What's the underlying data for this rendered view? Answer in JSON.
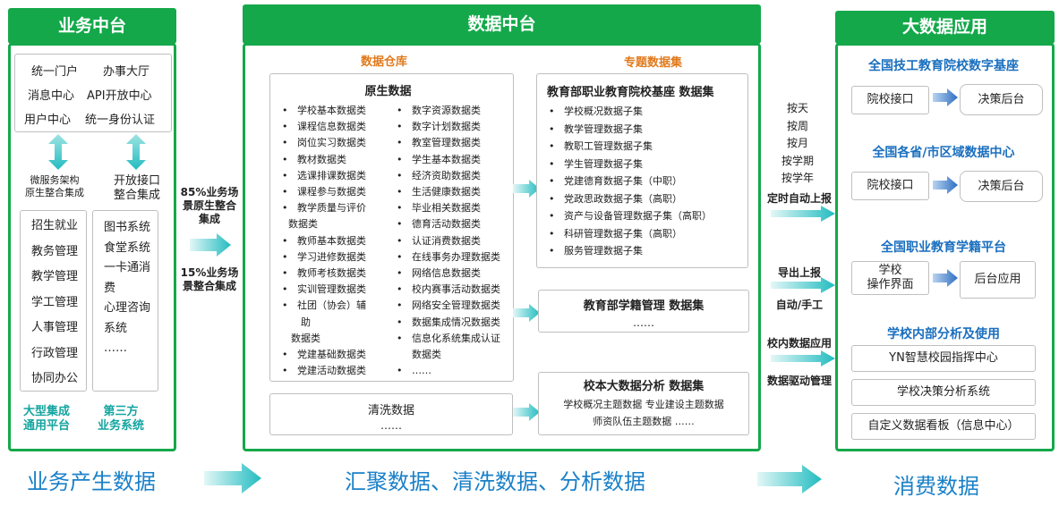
{
  "business": {
    "title": "业务中台",
    "portal_items": [
      "统一门户",
      "办事大厅",
      "消息中心",
      "API开放中心",
      "用户中心",
      "统一身份认证"
    ],
    "left_caption": [
      "微服务架构",
      "原生整合集成"
    ],
    "right_caption": [
      "开放接口",
      "整合集成"
    ],
    "left_list": [
      "招生就业",
      "教务管理",
      "教学管理",
      "学工管理",
      "人事管理",
      "行政管理",
      "协同办公"
    ],
    "right_list": [
      "图书系统",
      "食堂系统",
      "一卡通消",
      "费",
      "心理咨询",
      "系统",
      "……"
    ],
    "left_foot": [
      "大型集成",
      "通用平台"
    ],
    "right_foot": [
      "第三方",
      "业务系统"
    ]
  },
  "integration": {
    "p85": [
      "85%业务场",
      "景原生整合",
      "集成"
    ],
    "p15": [
      "15%业务场",
      "景整合集成"
    ]
  },
  "data": {
    "title": "数据中台",
    "warehouse_title": "数据仓库",
    "themes_title": "专题数据集",
    "raw_title": "原生数据",
    "raw_left": [
      "学校基本数据类",
      "课程信息数据类",
      "岗位实习数据类",
      "教材数据类",
      "选课排课数据类",
      "课程参与数据类",
      "教学质量与评价",
      "数据类",
      "教师基本数据类",
      "学习进修数据类",
      "教师考核数据类",
      "实训管理数据类",
      "社团（协会）辅",
      "助",
      "数据类",
      "党建基础数据类",
      "党建活动数据类"
    ],
    "raw_right": [
      "数字资源数据类",
      "数字计划数据类",
      "教室管理数据类",
      "学生基本数据类",
      "经济资助数据类",
      "生活健康数据类",
      "毕业相关数据类",
      "德育活动数据类",
      "认证消费数据类",
      "在线事务办理数据类",
      "网络信息数据类",
      "校内赛事活动数据类",
      "网络安全管理数据类",
      "数据集成情况数据类",
      "信息化系统集成认证",
      "数据类",
      "……"
    ],
    "clean_title": "清洗数据",
    "clean_more": "……",
    "ds1_title": "教育部职业教育院校基座 数据集",
    "ds1_items": [
      "学校概况数据子集",
      "教学管理数据子集",
      "教职工管理数据子集",
      "学生管理数据子集",
      "党建德育数据子集（中职）",
      "党政思政数据子集（高职）",
      "资产与设备管理数据子集（高职）",
      "科研管理数据子集（高职）",
      "服务管理数据子集"
    ],
    "ds2_title": "教育部学籍管理 数据集",
    "ds2_more": "……",
    "ds3_title": "校本大数据分析 数据集",
    "ds3_line1": "学校概况主题数据 专业建设主题数据",
    "ds3_line2": "师资队伍主题数据 ……"
  },
  "mid": {
    "periods": [
      "按天",
      "按周",
      "按月",
      "按学期",
      "按学年"
    ],
    "auto_report": "定时自动上报",
    "export_report": "导出上报",
    "auto_manual": "自动/手工",
    "campus_app": "校内数据应用",
    "data_driven": "数据驱动管理"
  },
  "bigdata": {
    "title": "大数据应用",
    "sec1_title": "全国技工教育院校数字基座",
    "sec1_left": "院校接口",
    "sec1_right": "决策后台",
    "sec2_title": "全国各省/市区域数据中心",
    "sec2_left": "院校接口",
    "sec2_right": "决策后台",
    "sec3_title": "全国职业教育学籍平台",
    "sec3_left": [
      "学校",
      "操作界面"
    ],
    "sec3_right": "后台应用",
    "sec4_title": "学校内部分析及使用",
    "sec4_items": [
      "YN智慧校园指挥中心",
      "学校决策分析系统",
      "自定义数据看板（信息中心）"
    ]
  },
  "bottom": {
    "left": "业务产生数据",
    "center": "汇聚数据、清洗数据、分析数据",
    "right": "消费数据"
  },
  "colors": {
    "green": "#14a84a",
    "teal": "#14a5a0",
    "orange": "#e0791b",
    "blue": "#1a6fbf",
    "arrow": "#2ec4c4"
  }
}
